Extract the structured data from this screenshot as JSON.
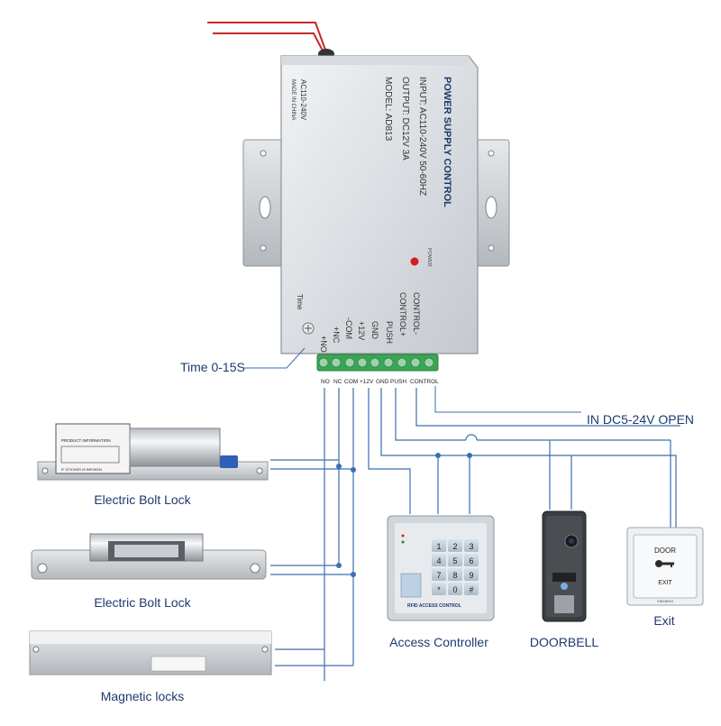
{
  "psu": {
    "title": "POWER SUPPLY CONTROL",
    "input": "INPUT: AC110-240V  50-60HZ",
    "output": "OUTPUT: DC12V  3A",
    "model": "MODEL: AD813",
    "side_spec": "AC110-240V",
    "made_in": "MADE IN CHINA",
    "power_led_label": "POWER",
    "time_label": "Time",
    "terminal_labels": [
      "+NO",
      "+NC",
      "-COM",
      "+12V",
      "GND",
      "PUSH",
      "CONTROL+",
      "CONTROL-"
    ],
    "terminal_codes": [
      "NO",
      "NC",
      "COM",
      "+12V",
      "GND",
      "PUSH",
      "CONTROL"
    ]
  },
  "callouts": {
    "time_range": "Time 0-15S",
    "control_input": "IN DC5-24V OPEN"
  },
  "devices": {
    "bolt_lock_1": "Electric Bolt Lock",
    "bolt_lock_2": "Electric Bolt Lock",
    "magnetic_locks": "Magnetic locks",
    "access_controller": "Access Controller",
    "doorbell": "DOORBELL",
    "exit": "Exit"
  },
  "device_print": {
    "product_info": "PRODUCT INFORMATION",
    "sticker": "IF STICKER IS BROKEN",
    "rfid_panel": "RFID ACCESS CONTROL",
    "keypad_keys": [
      "1",
      "2",
      "3",
      "4",
      "5",
      "6",
      "7",
      "8",
      "9",
      "*",
      "0",
      "#"
    ],
    "exit_door": "DOOR",
    "exit_exit": "EXIT",
    "exit_brand": "SIEMENS"
  },
  "colors": {
    "wire": "#3b6fb0",
    "label": "#1e3a6e",
    "terminal": "#3aa655",
    "power_wire": "#c62828",
    "led": "#d81b1b"
  }
}
